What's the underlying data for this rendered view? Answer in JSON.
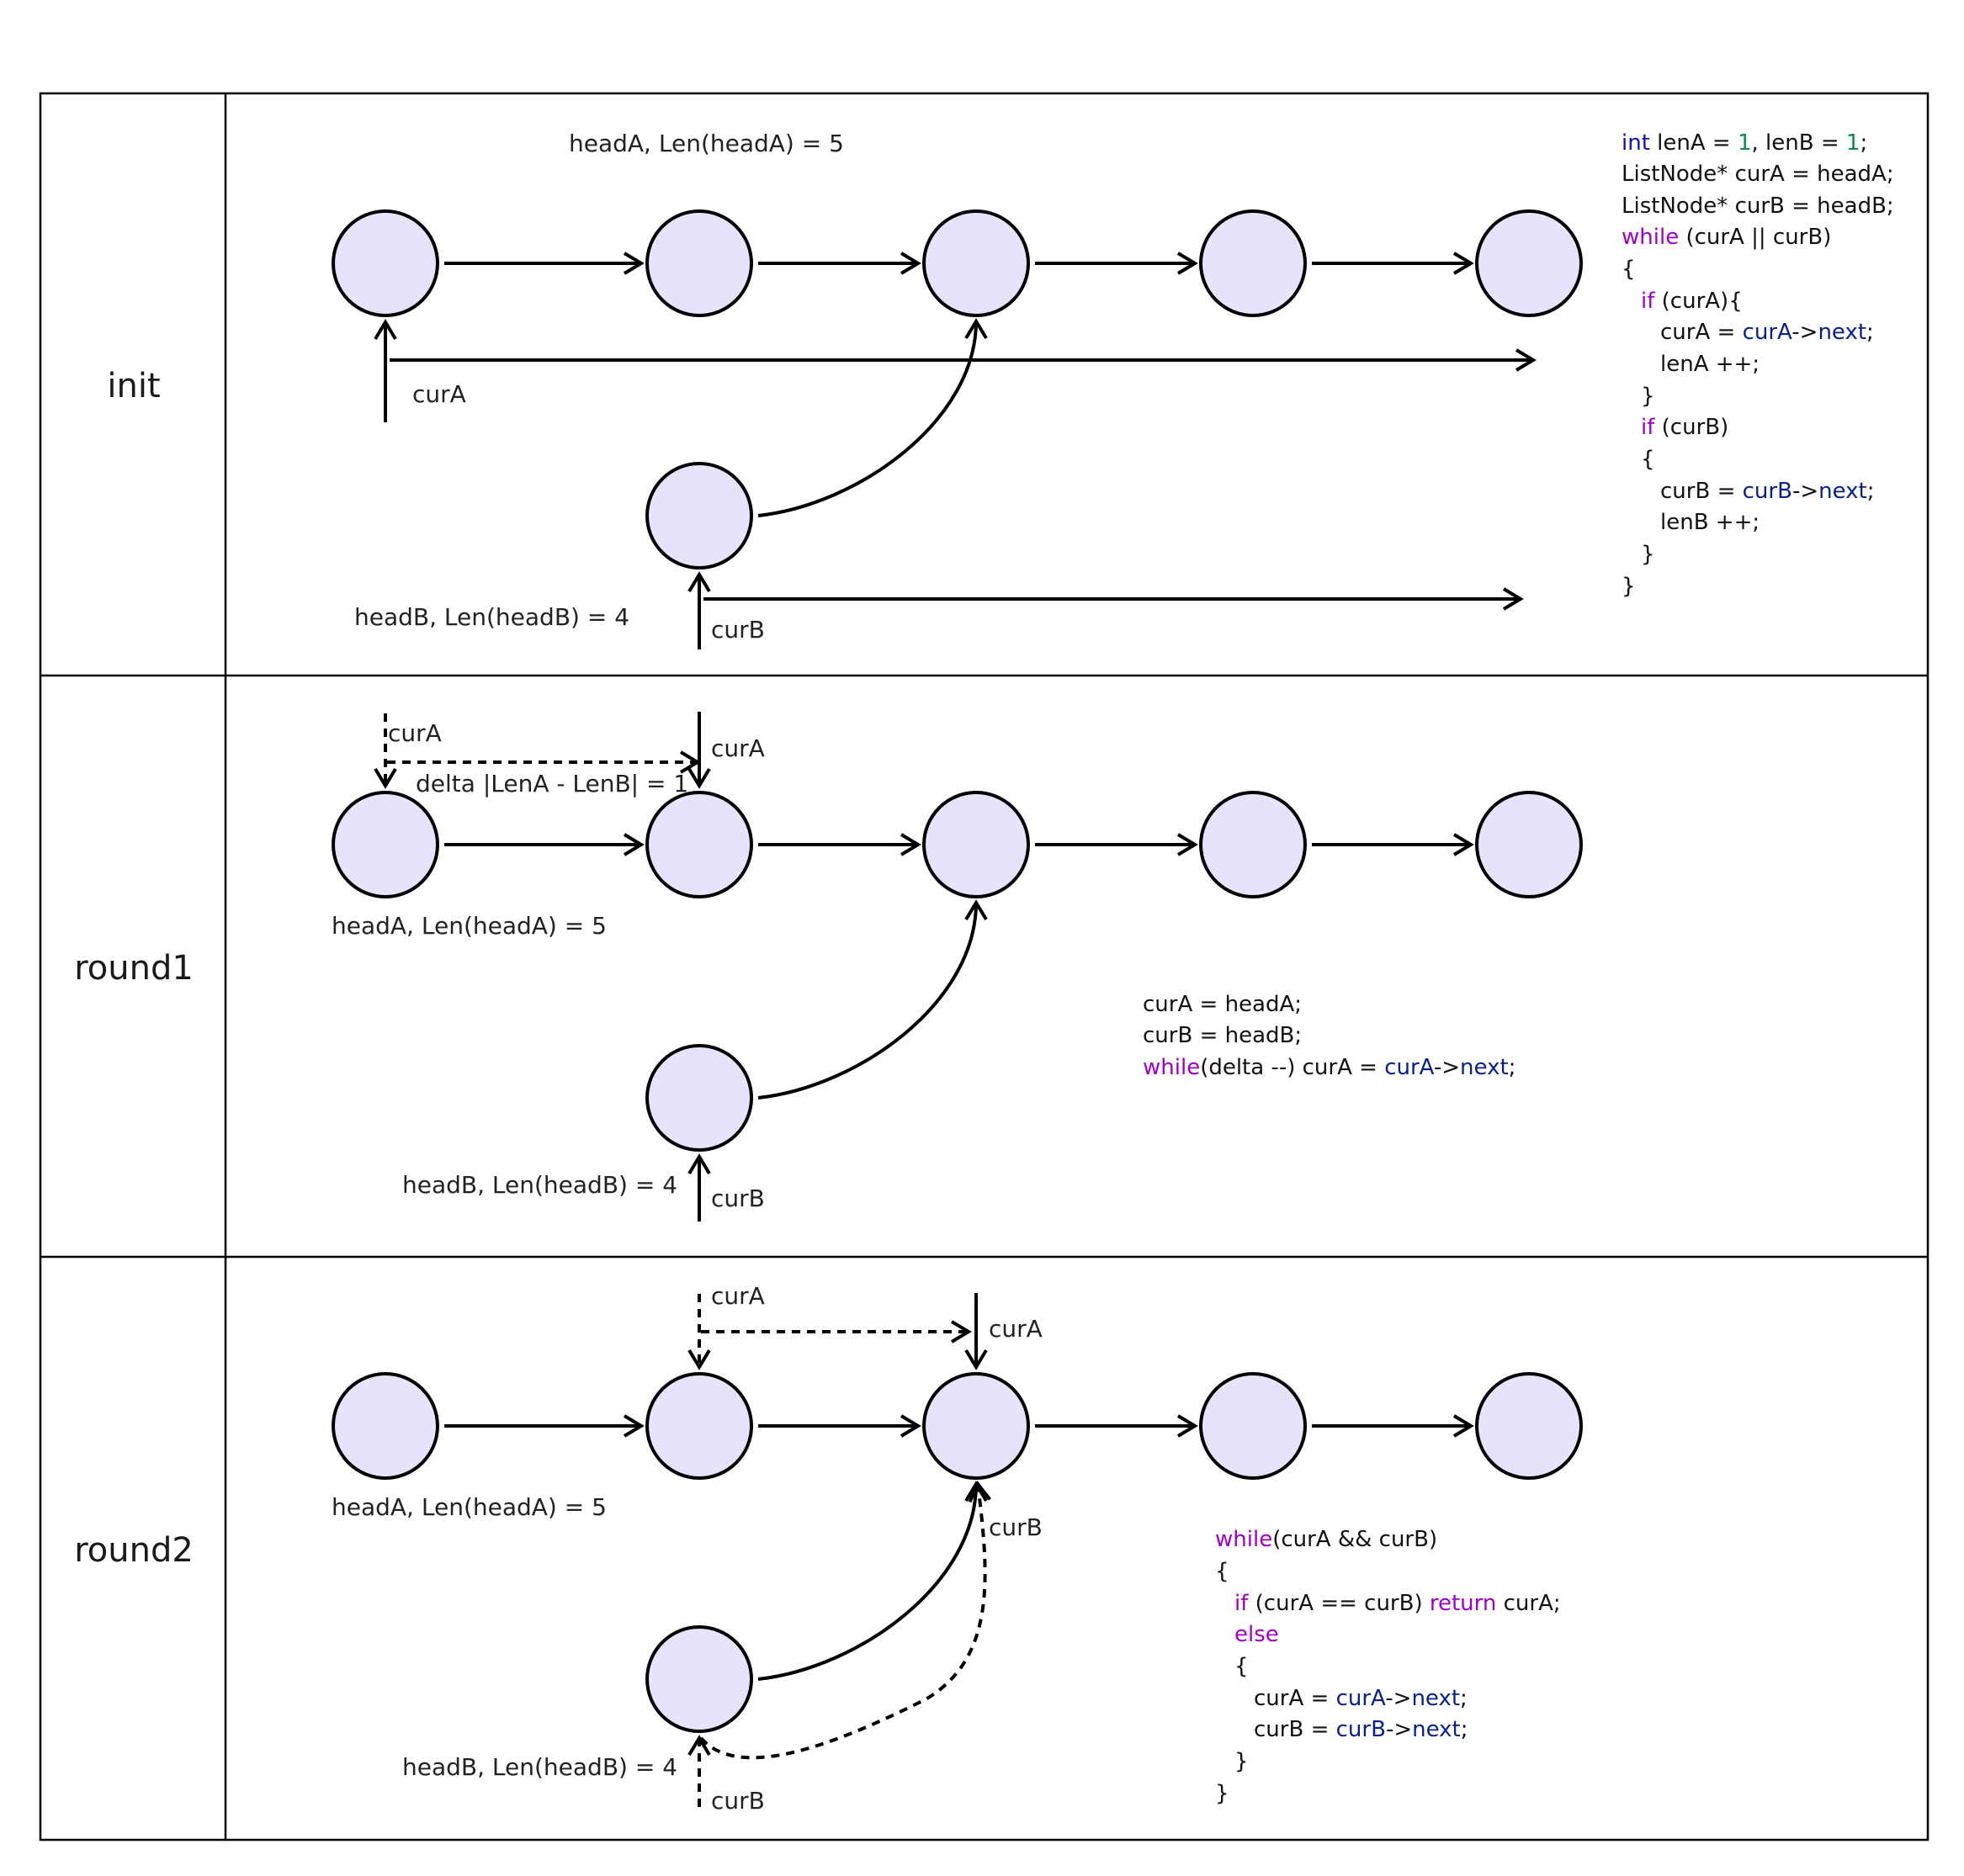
{
  "rows": {
    "init": {
      "title": "init"
    },
    "round1": {
      "title": "round1"
    },
    "round2": {
      "title": "round2"
    }
  },
  "labels": {
    "init_headA": "headA, Len(headA) = 5",
    "init_headB": "headB, Len(headB) = 4",
    "init_curA": "curA",
    "init_curB": "curB",
    "r1_curA_dashed": "curA",
    "r1_curA": "curA",
    "r1_delta": "delta |LenA - LenB| = 1",
    "r1_headA": "headA, Len(headA) = 5",
    "r1_headB": "headB, Len(headB) = 4",
    "r1_curB": "curB",
    "r2_curA_dashed": "curA",
    "r2_curA": "curA",
    "r2_curB_top": "curB",
    "r2_headA": "headA, Len(headA) = 5",
    "r2_headB": "headB, Len(headB) = 4",
    "r2_curB_bottom": "curB"
  },
  "code_init": {
    "l1_int": "int",
    "l1_a": " lenA = ",
    "l1_n1": "1",
    "l1_b": ", lenB = ",
    "l1_n2": "1",
    "l1_c": ";",
    "l2": "ListNode* curA = headA;",
    "l3": "ListNode* curB = headB;",
    "l4_kw": "while",
    "l4_rest": " (curA || curB)",
    "l5": "{",
    "l6_kw": "if",
    "l6_rest": " (curA){",
    "l7_a": "curA = ",
    "l7_b": "curA",
    "l7_c": "->",
    "l7_d": "next",
    "l7_e": ";",
    "l8": "lenA ++;",
    "l9": "}",
    "l10_kw": "if",
    "l10_rest": " (curB)",
    "l11": "{",
    "l12_a": "curB = ",
    "l12_b": "curB",
    "l12_c": "->",
    "l12_d": "next",
    "l12_e": ";",
    "l13": "lenB ++;",
    "l14": "}",
    "l15": "}"
  },
  "code_round1": {
    "l1": "curA = headA;",
    "l2": "curB = headB;",
    "l3_kw": "while",
    "l3_a": "(delta --) curA = ",
    "l3_b": "curA",
    "l3_c": "->",
    "l3_d": "next",
    "l3_e": ";"
  },
  "code_round2": {
    "l1_kw": "while",
    "l1_rest": "(curA && curB)",
    "l2": "{",
    "l3_kw": "if",
    "l3_a": " (curA == curB) ",
    "l3_kw2": "return",
    "l3_b": " curA;",
    "l4_kw": "else",
    "l5": "{",
    "l6_a": "curA = ",
    "l6_b": "curA",
    "l6_c": "->",
    "l6_d": "next",
    "l6_e": ";",
    "l7_a": "curB = ",
    "l7_b": "curB",
    "l7_c": "->",
    "l7_d": "next",
    "l7_e": ";",
    "l8": "}",
    "l9": "}"
  },
  "colors": {
    "node_fill": "#e8e2fc",
    "keyword_blue": "#1010c8",
    "keyword_purple": "#a000c8",
    "identifier_navy": "#0a1f8f",
    "number_green": "#0a8a4a"
  }
}
